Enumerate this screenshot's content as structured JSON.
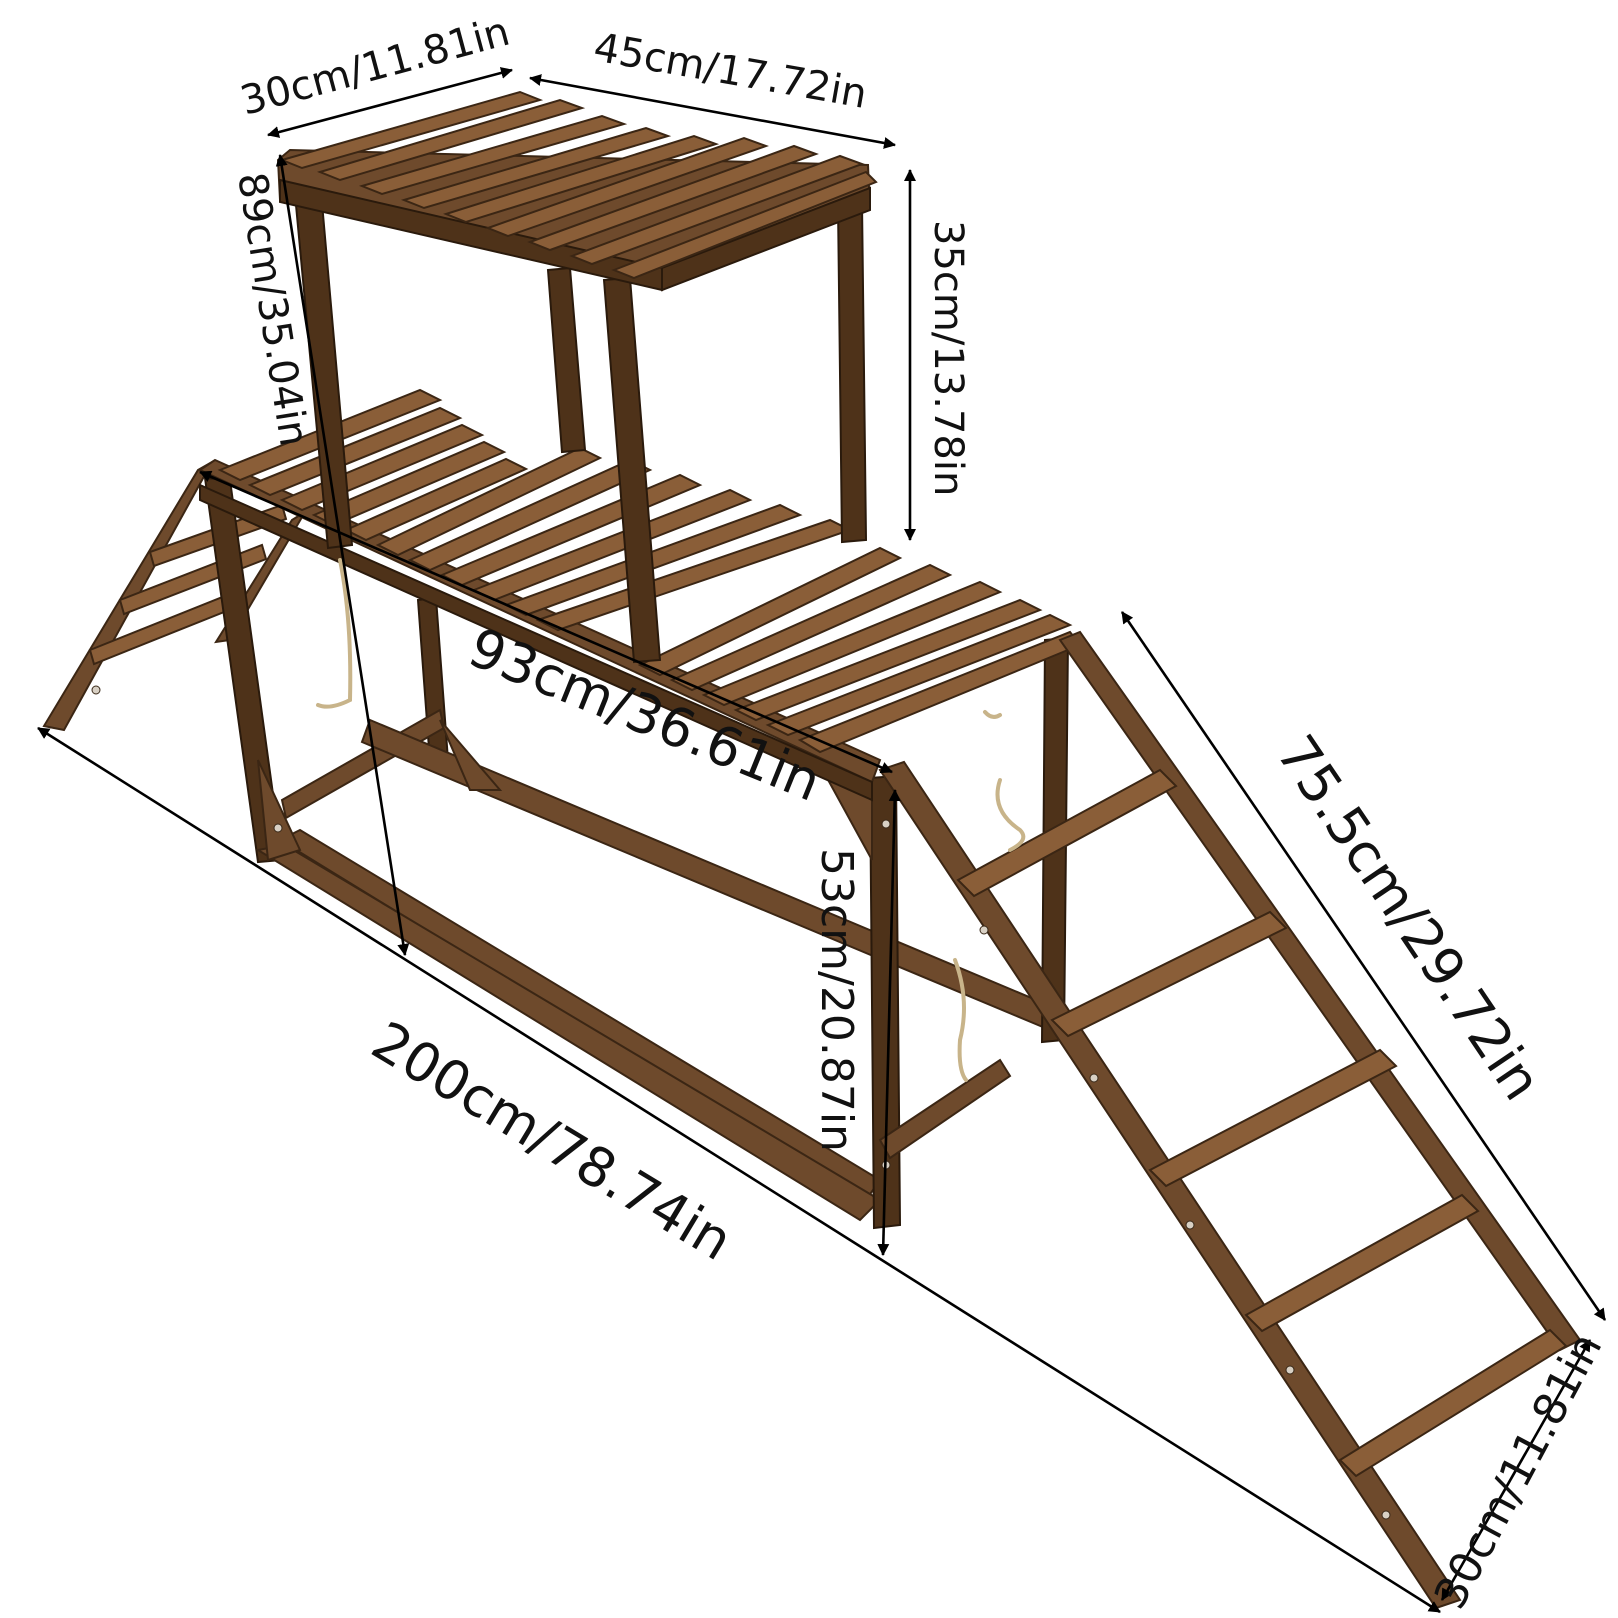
{
  "diagram": {
    "subject": "wooden playground structure with upper platform, slatted deck, ramp and ladder",
    "colors": {
      "wood": "#6e4a2c",
      "wood_dark": "#4e3219",
      "rope": "#c8b48a",
      "arrow": "#000000",
      "background": "#ffffff"
    },
    "dimensions": {
      "top_depth": "30cm/11.81in",
      "top_width": "45cm/17.72in",
      "top_height": "35cm/13.78in",
      "total_height": "89cm/35.04in",
      "deck_length": "93cm/36.61in",
      "deck_height": "53cm/20.87in",
      "ladder_length": "75.5cm/29.72in",
      "total_length": "200cm/78.74in",
      "ladder_width": "30cm/11.81in"
    }
  }
}
